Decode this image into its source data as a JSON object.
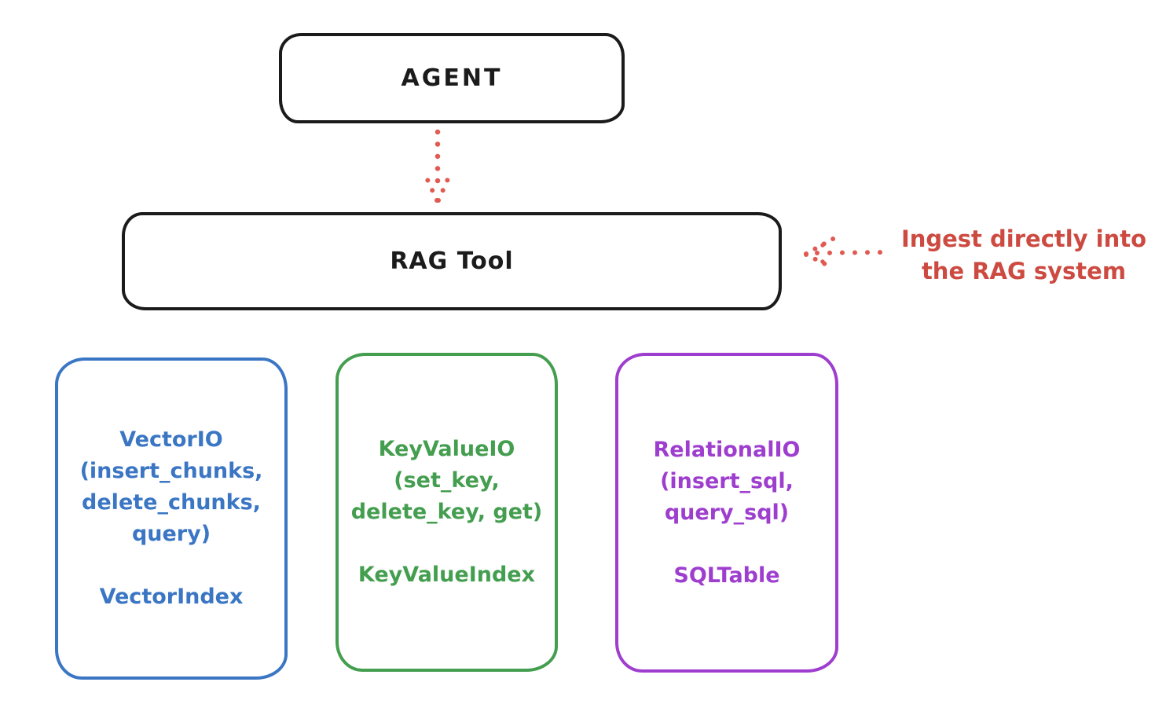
{
  "canvas": {
    "background": "#ffffff"
  },
  "agent_box": {
    "label": "AGENT",
    "border_color": "#1b1b1b",
    "text_color": "#1b1b1b"
  },
  "rag_box": {
    "label": "RAG Tool",
    "border_color": "#1b1b1b",
    "text_color": "#1b1b1b"
  },
  "flow_arrow": {
    "from": "agent_box",
    "to": "rag_box",
    "style": "dotted",
    "color": "#e05a52"
  },
  "ingest_annotation": {
    "lines": [
      "Ingest directly into",
      "the RAG system"
    ],
    "text_color": "#cd4a41",
    "arrow_style": "dotted",
    "arrow_color": "#e05a52",
    "arrow_points_to": "rag_box"
  },
  "storage_boxes": [
    {
      "id": "vector-io",
      "color": "#3a76c4",
      "lines": [
        "VectorIO",
        "(insert_chunks,",
        "delete_chunks,",
        "query)"
      ],
      "index_label": "VectorIndex"
    },
    {
      "id": "keyvalue-io",
      "color": "#449e4f",
      "lines": [
        "KeyValueIO",
        "(set_key,",
        "delete_key, get)"
      ],
      "index_label": "KeyValueIndex"
    },
    {
      "id": "relational-io",
      "color": "#9e3ecf",
      "lines": [
        "RelationalIO",
        "(insert_sql,",
        "query_sql)"
      ],
      "index_label": "SQLTable"
    }
  ]
}
